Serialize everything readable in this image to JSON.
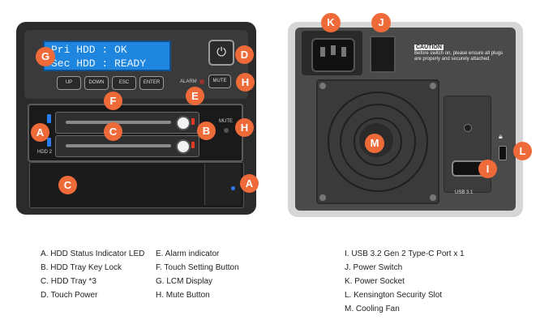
{
  "lcd": {
    "line1": "Pri HDD : OK",
    "line2": "Sec HDD : READY"
  },
  "front_panel": {
    "buttons": [
      "UP",
      "DOWN",
      "ESC",
      "ENTER"
    ],
    "alarm_label": "ALARM",
    "mute_label": "MUTE",
    "tray_mute_label": "MUTE",
    "hdd_label": "HDD 2",
    "power_icon": "power-icon"
  },
  "rear_panel": {
    "caution_title": "CAUTION",
    "caution_text": "Before switch on, please ensure all plugs are properly and securely attached.",
    "usb_label": "USB 3.1",
    "lock_icon": "lock-icon"
  },
  "callouts": {
    "A": "A",
    "B": "B",
    "C": "C",
    "D": "D",
    "E": "E",
    "F": "F",
    "G": "G",
    "H": "H",
    "I": "I",
    "J": "J",
    "K": "K",
    "L": "L",
    "M": "M"
  },
  "legend": {
    "col1": [
      "A. HDD Status Indicator LED",
      "B. HDD Tray Key Lock",
      "C. HDD Tray *3",
      "D. Touch Power"
    ],
    "col2": [
      "E. Alarm indicator",
      "F. Touch Setting Button",
      "G. LCM Display",
      "H. Mute Button"
    ],
    "col3": [
      "I. USB 3.2 Gen 2 Type-C Port x 1",
      "J. Power Switch",
      "K. Power Socket",
      "L. Kensington Security Slot",
      "M. Cooling Fan"
    ]
  },
  "colors": {
    "callout": "#ef6a39",
    "lcd": "#1f86e0",
    "led_blue": "#2a7df0",
    "lock_red": "#e23a25"
  }
}
